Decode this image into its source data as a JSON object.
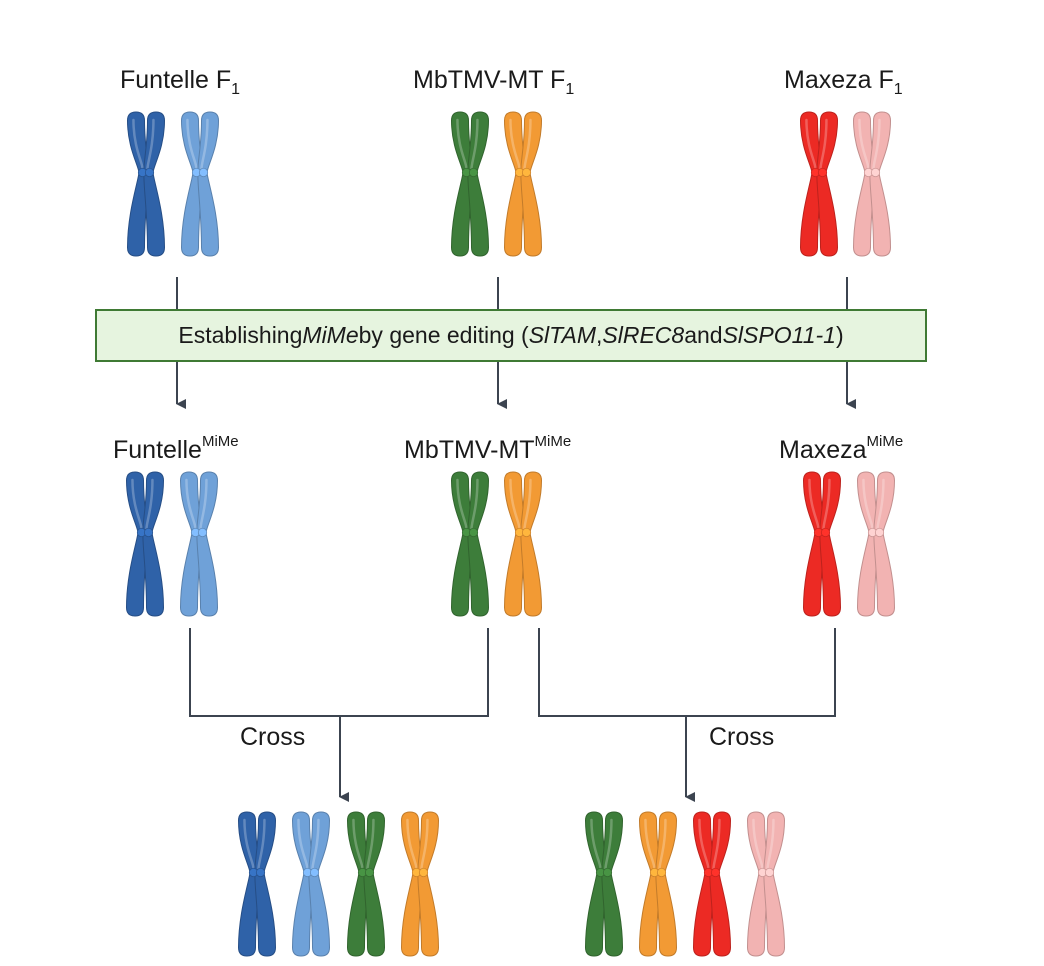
{
  "parents": {
    "funtelle": {
      "name": "Funtelle F",
      "sub": "1"
    },
    "mbtmv": {
      "name": "MbTMV-MT F",
      "sub": "1"
    },
    "maxeza": {
      "name": "Maxeza F",
      "sub": "1"
    }
  },
  "edit_box": {
    "part1": "Establishing ",
    "mime": "MiMe",
    "part2": " by gene editing (",
    "gene1": "SlTAM",
    "sep1": ", ",
    "gene2": "SlREC8",
    "sep2": " and ",
    "gene3": "SlSPO11-1",
    "part3": ")"
  },
  "mime_lines": {
    "funtelle": {
      "name": "Funtelle",
      "sup": "MiMe"
    },
    "mbtmv": {
      "name": "MbTMV-MT",
      "sup": "MiMe"
    },
    "maxeza": {
      "name": "Maxeza",
      "sup": "MiMe"
    }
  },
  "crosses": {
    "left": "Cross",
    "right": "Cross"
  },
  "colors": {
    "dark_blue": "#2f62a8",
    "light_blue": "#6fa1d8",
    "green": "#3d7d3a",
    "orange": "#f29a34",
    "red": "#ec2a24",
    "pink": "#f2b3b2",
    "box_fill": "#e6f4df",
    "box_border": "#3f7a34",
    "line": "#3c4450"
  }
}
